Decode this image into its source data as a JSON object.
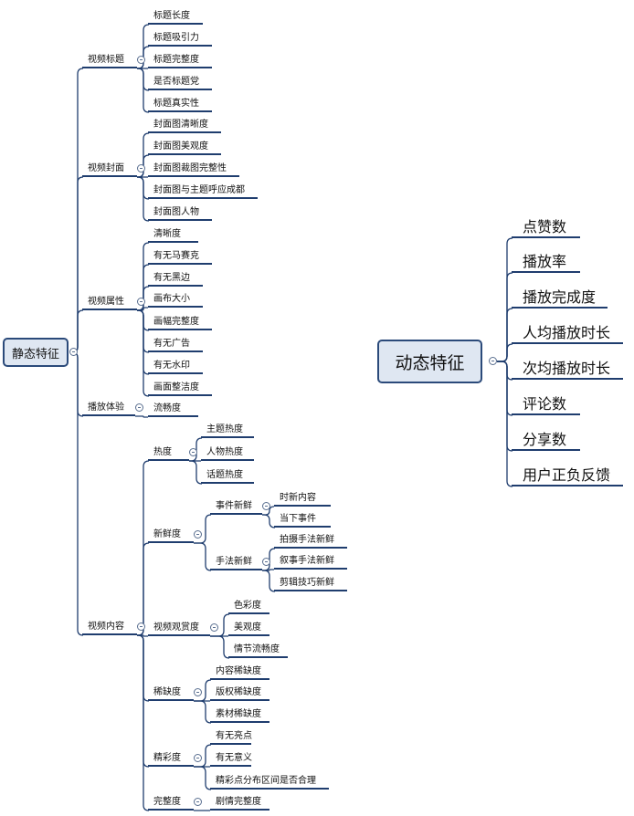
{
  "static": {
    "label": "静态特征",
    "children": [
      {
        "label": "视频标题",
        "children": [
          {
            "label": "标题长度"
          },
          {
            "label": "标题吸引力"
          },
          {
            "label": "标题完整度"
          },
          {
            "label": "是否标题党"
          },
          {
            "label": "标题真实性"
          }
        ]
      },
      {
        "label": "视频封面",
        "children": [
          {
            "label": "封面图清晰度"
          },
          {
            "label": "封面图美观度"
          },
          {
            "label": "封面图裁图完整性"
          },
          {
            "label": "封面图与主题呼应成都"
          },
          {
            "label": "封面图人物"
          }
        ]
      },
      {
        "label": "视频属性",
        "children": [
          {
            "label": "清晰度"
          },
          {
            "label": "有无马赛克"
          },
          {
            "label": "有无黑边"
          },
          {
            "label": "画布大小"
          },
          {
            "label": "画幅完整度"
          },
          {
            "label": "有无广告"
          },
          {
            "label": "有无水印"
          },
          {
            "label": "画面整洁度"
          }
        ]
      },
      {
        "label": "播放体验",
        "children": [
          {
            "label": "流畅度"
          }
        ]
      },
      {
        "label": "视频内容",
        "children": [
          {
            "label": "热度",
            "children": [
              {
                "label": "主题热度"
              },
              {
                "label": "人物热度"
              },
              {
                "label": "话题热度"
              }
            ]
          },
          {
            "label": "新鲜度",
            "children": [
              {
                "label": "事件新鲜",
                "children": [
                  {
                    "label": "时新内容"
                  },
                  {
                    "label": "当下事件"
                  }
                ]
              },
              {
                "label": "手法新鲜",
                "children": [
                  {
                    "label": "拍摄手法新鲜"
                  },
                  {
                    "label": "叙事手法新鲜"
                  },
                  {
                    "label": "剪辑技巧新鲜"
                  }
                ]
              }
            ]
          },
          {
            "label": "视频观赏度",
            "children": [
              {
                "label": "色彩度"
              },
              {
                "label": "美观度"
              },
              {
                "label": "情节流畅度"
              }
            ]
          },
          {
            "label": "稀缺度",
            "children": [
              {
                "label": "内容稀缺度"
              },
              {
                "label": "版权稀缺度"
              },
              {
                "label": "素材稀缺度"
              }
            ]
          },
          {
            "label": "精彩度",
            "children": [
              {
                "label": "有无亮点"
              },
              {
                "label": "有无意义"
              },
              {
                "label": "精彩点分布区间是否合理"
              }
            ]
          },
          {
            "label": "完整度",
            "children": [
              {
                "label": "剧情完整度"
              }
            ]
          }
        ]
      }
    ]
  },
  "dynamic": {
    "label": "动态特征",
    "children": [
      {
        "label": "点赞数"
      },
      {
        "label": "播放率"
      },
      {
        "label": "播放完成度"
      },
      {
        "label": "人均播放时长"
      },
      {
        "label": "次均播放时长"
      },
      {
        "label": "评论数"
      },
      {
        "label": "分享数"
      },
      {
        "label": "用户正负反馈"
      }
    ]
  },
  "colors": {
    "line": "#1f3d6e",
    "root_fill": "#dfe7f2",
    "root_border": "#2b4a7a"
  }
}
